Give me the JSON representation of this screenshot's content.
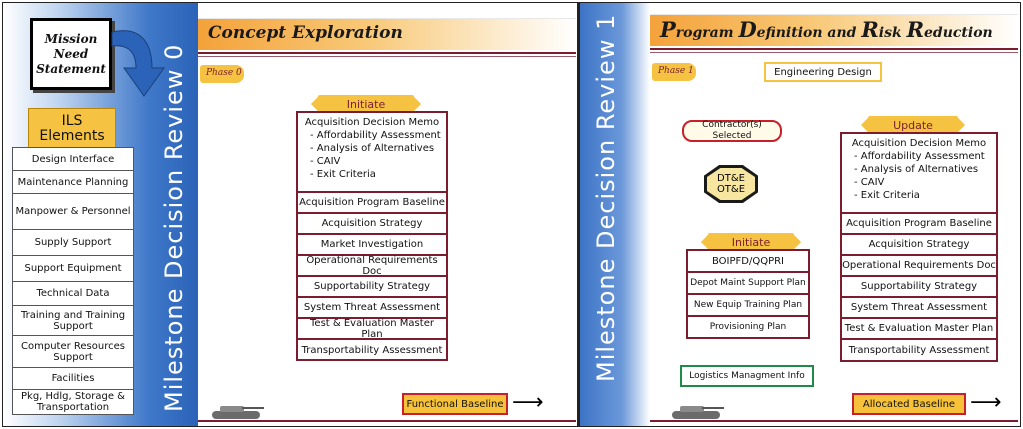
{
  "left_panel": {
    "mission_need": [
      "Mission",
      "Need",
      "Statement"
    ],
    "ils_header": [
      "ILS",
      "Elements"
    ],
    "ils_items": [
      "Design Interface",
      "Maintenance Planning",
      "Manpower & Personnel",
      "Supply Support",
      "Support Equipment",
      "Technical Data",
      "Training and Training Support",
      "Computer Resources Support",
      "Facilities",
      "Pkg, Hdlg, Storage & Transportation"
    ],
    "milestone_label": "Milestone Decision Review 0",
    "title": "Concept Exploration",
    "phase": "Phase 0",
    "initiate_label": "Initiate",
    "memo_title": "Acquisition Decision Memo",
    "memo_items": [
      "- Affordability Assessment",
      "- Analysis of Alternatives",
      "- CAIV",
      "- Exit Criteria"
    ],
    "docs": [
      "Acquisition Program Baseline",
      "Acquisition Strategy",
      "Market Investigation",
      "Operational Requirements Doc",
      "Supportability Strategy",
      "System Threat Assessment",
      "Test & Evaluation Master Plan",
      "Transportability Assessment"
    ],
    "baseline": "Functional Baseline"
  },
  "right_panel": {
    "milestone_label": "Milestone Decision Review 1",
    "title_parts": [
      {
        "big": "P",
        "rest": "rogram "
      },
      {
        "big": "D",
        "rest": "efinition and "
      },
      {
        "big": "R",
        "rest": "isk "
      },
      {
        "big": "R",
        "rest": "eduction"
      }
    ],
    "phase": "Phase 1",
    "engineering_design": "Engineering Design",
    "contractor": "Contractor(s) Selected",
    "dte_lines": [
      "DT&E",
      "OT&E"
    ],
    "initiate_label": "Initiate",
    "initiate_items": [
      "BOIPFD/QQPRI",
      "Depot Maint Support Plan",
      "New Equip Training Plan",
      "Provisioning Plan"
    ],
    "logistics": "Logistics Managment Info",
    "update_label": "Update",
    "memo_title": "Acquisition Decision Memo",
    "memo_items": [
      "- Affordability Assessment",
      "- Analysis of Alternatives",
      "- CAIV",
      "- Exit Criteria"
    ],
    "docs": [
      "Acquisition Program Baseline",
      "Acquisition Strategy",
      "Operational Requirements Doc",
      "Supportability Strategy",
      "System Threat Assessment",
      "Test & Evaluation Master Plan",
      "Transportability Assessment"
    ],
    "baseline": "Allocated Baseline"
  },
  "colors": {
    "maroon": "#7b1d2e",
    "gold": "#f5c242",
    "blue": "#3a71c4",
    "orange": "#f4a23a",
    "baseline_border": "#c8202a",
    "logistics_border": "#1f8a4a"
  }
}
